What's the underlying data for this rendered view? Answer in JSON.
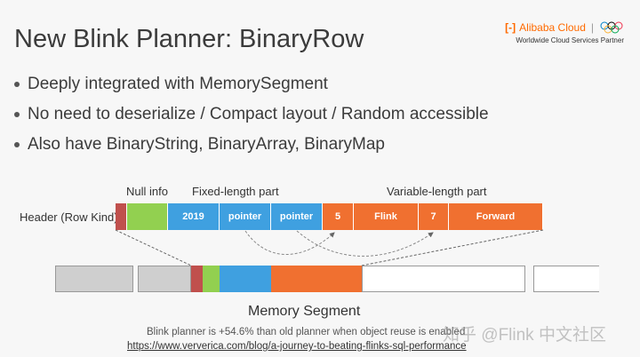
{
  "title": "New Blink Planner: BinaryRow",
  "logo": {
    "brand": "Alibaba Cloud",
    "tagline": "Worldwide Cloud Services Partner"
  },
  "bullets": [
    "Deeply integrated with MemorySegment",
    "No need to deserialize / Compact layout / Random accessible",
    "Also have BinaryString, BinaryArray, BinaryMap"
  ],
  "diagram": {
    "null_info": "Null info",
    "fixed_part": "Fixed-length part",
    "variable_part": "Variable-length part",
    "header": "Header (Row Kind)",
    "cells": [
      "2019",
      "pointer",
      "pointer",
      "5",
      "Flink",
      "7",
      "Forward"
    ],
    "memory_segment": "Memory Segment"
  },
  "footer": {
    "note": "Blink planner is +54.6% than old planner when object reuse is enabled",
    "link": "https://www.ververica.com/blog/a-journey-to-beating-flinks-sql-performance",
    "watermark": "知乎 @Flink 中文社区"
  },
  "colors": {
    "header": "#c0504d",
    "null": "#92d050",
    "fixed": "#3fa0e0",
    "variable": "#f07030"
  }
}
